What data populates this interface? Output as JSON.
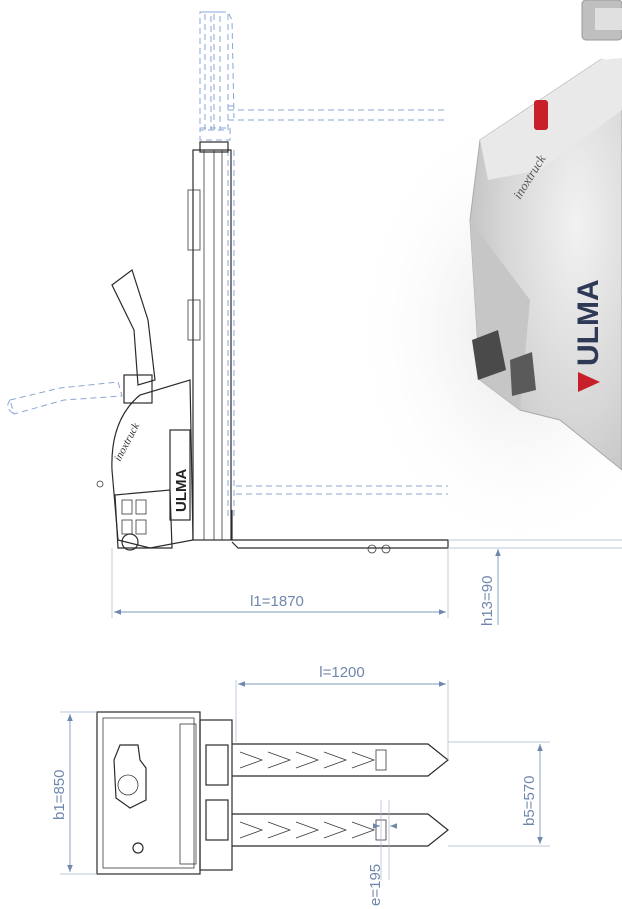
{
  "dimensions": {
    "l1": "l1=1870",
    "h13": "h13=90",
    "l": "l=1200",
    "b1": "b1=850",
    "b5": "b5=570",
    "e": "e=195"
  },
  "branding": {
    "brand": "ULMA",
    "model": "inoxtruck"
  },
  "colors": {
    "dimension": "#6f87ad",
    "outline": "#2b2b2b",
    "ghost": "#8aa7d4",
    "photo_body": "#d8d8d8",
    "accent_red": "#c8202b"
  }
}
